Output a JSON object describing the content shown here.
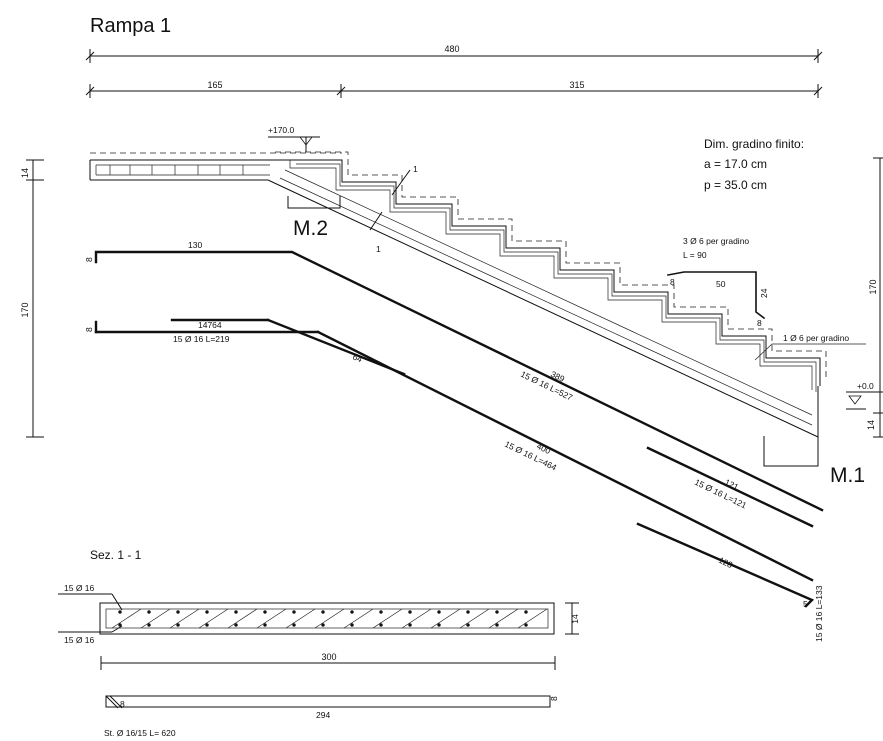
{
  "title": "Rampa 1",
  "dimensions": {
    "total_length": "480",
    "landing_length": "165",
    "flight_length": "315",
    "height_left": "170",
    "height_right": "170",
    "slab_thickness_left": "14",
    "slab_thickness_right": "14"
  },
  "levels": {
    "top": "+170.0",
    "bottom": "+0.0"
  },
  "step_info": {
    "heading": "Dim. gradino finito:",
    "riser": "a = 17.0 cm",
    "tread": "p = 35.0 cm"
  },
  "sections": {
    "m2": "M.2",
    "m1": "M.1",
    "cut_label_upper": "1",
    "cut_label_lower": "1"
  },
  "step_bars": {
    "stirrup_label": "3 Ø 6 per gradino",
    "stirrup_length": "L = 90",
    "stirrup_len_a": "8",
    "stirrup_len_b": "50",
    "stirrup_len_c": "24",
    "stirrup_len_d": "8",
    "longitudinal_label": "1 Ø 6 per gradino"
  },
  "rebars": {
    "b1_hook": "8",
    "b1_len": "130",
    "b1_slope": "389",
    "b1_label": "15 Ø 16 L=527",
    "b2_hook": "8",
    "b2_len": "14764",
    "b2_label": "15 Ø 16 L=219",
    "b2_slope": "64",
    "b3_len": "400",
    "b3_label": "15 Ø 16 L=464",
    "b4_len": "121",
    "b4_label": "15 Ø 16 L=121",
    "b5_len": "128",
    "b5_hook": "5",
    "b5_label": "15 Ø 16 L=133"
  },
  "section_view": {
    "title": "Sez. 1 - 1",
    "top_bars": "15 Ø 16",
    "bottom_bars": "15 Ø 16",
    "thickness": "14",
    "width": "300"
  },
  "stirrup_bar": {
    "hook_left": "8",
    "hook_right": "8",
    "length": "294",
    "label": "St. Ø 16/15 L= 620"
  }
}
